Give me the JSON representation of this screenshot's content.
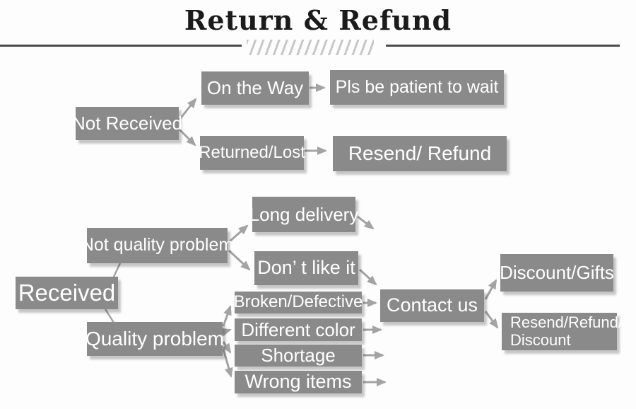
{
  "title": "Return & Refund",
  "colors": {
    "node_fill": "#8a8a8a",
    "node_text": "#ffffff",
    "arrow": "#a3a3a3",
    "rule": "#4a4a4a",
    "hatch": "#c7c7c7",
    "title_text": "#1b1b1b",
    "background": "#fdfdfd"
  },
  "flowchart": {
    "nodes": {
      "not_received": {
        "label": "Not Received"
      },
      "on_the_way": {
        "label": "On the Way"
      },
      "pls_wait": {
        "label": "Pls be patient to wait"
      },
      "returned_lost": {
        "label": "Returned/Lost"
      },
      "resend_refund": {
        "label": "Resend/ Refund"
      },
      "received": {
        "label": "Received"
      },
      "not_quality_problem": {
        "label": "Not quality problem"
      },
      "long_delivery": {
        "label": "Long delivery"
      },
      "dont_like_it": {
        "label": "Don’ t like it"
      },
      "quality_problem": {
        "label": "Quality problem"
      },
      "broken_defective": {
        "label": "Broken/Defective"
      },
      "different_color": {
        "label": "Different color"
      },
      "shortage": {
        "label": "Shortage"
      },
      "wrong_items": {
        "label": "Wrong items"
      },
      "contact_us": {
        "label": "Contact us"
      },
      "discount_gifts": {
        "label": "Discount/Gifts"
      },
      "resend_refund_discount": {
        "label_line1": "Resend/Refund/",
        "label_line2": "Discount"
      }
    }
  }
}
